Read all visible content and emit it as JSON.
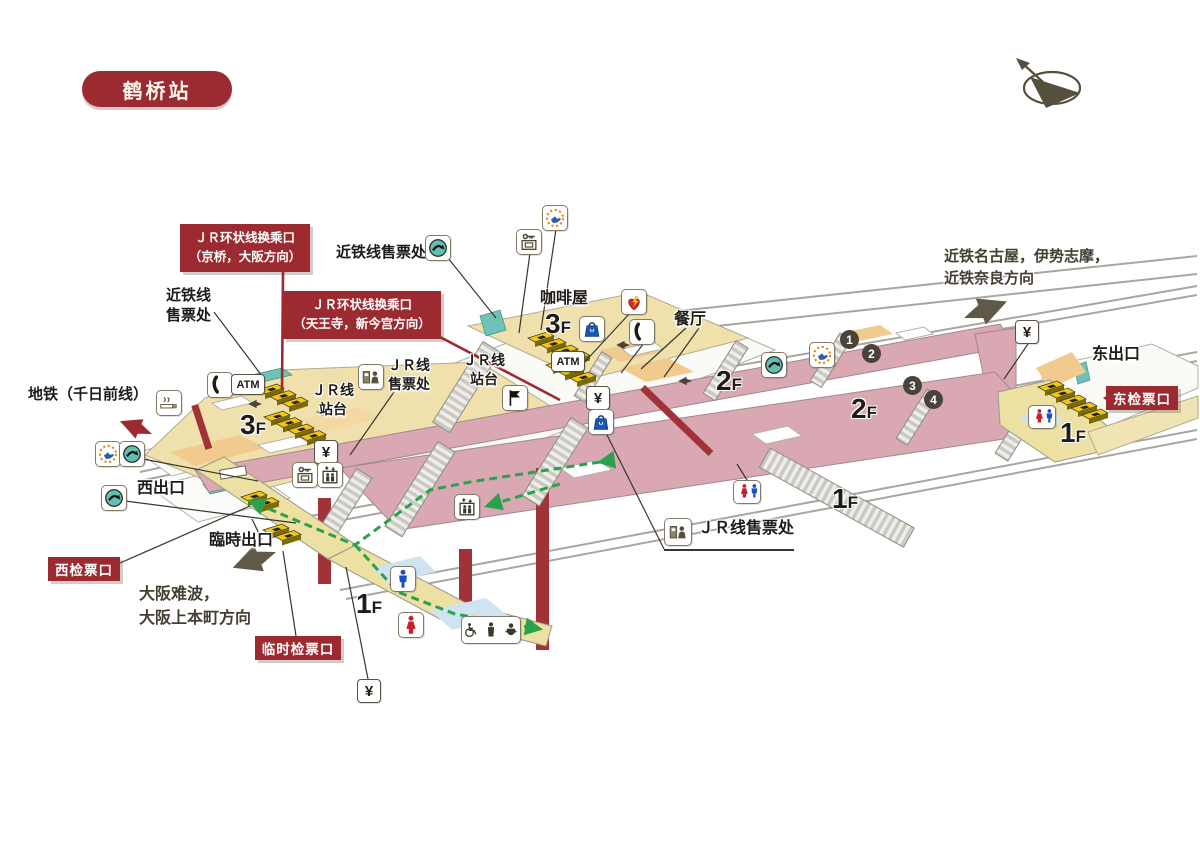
{
  "title": "鹤桥站",
  "red_labels": {
    "jr_loop_kyobashi": "ＪＲ环状线换乘口\n（京桥，大阪方向）",
    "jr_loop_tennoji": "ＪＲ环状线换乘口\n（天王寺，新今宫方向）",
    "east_gate": "东检票口",
    "west_gate": "西检票口",
    "temp_gate": "临时检票口"
  },
  "labels": {
    "kintetsu_ticket_top": "近铁线售票处",
    "kintetsu_ticket_left": "近铁线\n售票处",
    "jr_ticket_mid": "ＪＲ线\n售票处",
    "jr_platform_top": "ＪＲ线\n站台",
    "jr_platform_left": "ＪＲ线\n站台",
    "coffee_shop": "咖啡屋",
    "restaurant": "餐厅",
    "kintetsu_direction": "近铁名古屋，伊势志摩，\n近铁奈良方向",
    "east_exit": "东出口",
    "subway": "地铁（千日前线）",
    "west_exit": "西出口",
    "temp_exit": "臨時出口",
    "namba_direction": "大阪难波，\n大阪上本町方向",
    "jr_ticket_bottom": "ＪＲ线售票处"
  },
  "floor_labels": {
    "three": "3",
    "two": "2",
    "one": "1",
    "suffix": "F"
  },
  "markers": [
    "1",
    "2",
    "3",
    "4"
  ],
  "icon_labels": {
    "atm": "ATM",
    "yen": "¥"
  },
  "icons": {
    "compass": "north-compass",
    "phone": "public-telephone",
    "smoking": "smoking-area",
    "waiting": "waiting-room",
    "ticket_machine": "ticket-vending-machine",
    "locker": "coin-locker",
    "store": "kiosk-shop",
    "aed": "AED",
    "flag": "meeting-point",
    "elevator": "elevator",
    "toilet_men": "mens-toilet",
    "toilet_women": "womens-toilet",
    "toilet": "toilet",
    "accessible": "accessible-toilet-baby",
    "fare": "fare-adjustment",
    "ticket_office": "ticket-office-counter"
  },
  "colors": {
    "accent_red": "#9b2b31",
    "platform_pink": "#d9a8b2",
    "concourse_cream": "#f0e0ac",
    "patch_tan": "#f1ca8e",
    "machine_teal": "#6fc2b8",
    "walkway_yellow": "#ece0a2",
    "gate_yellow": "#f3c515",
    "route_green": "#2aa14d",
    "arrow_taupe": "#5f5a48",
    "marker_dark": "#4a4339"
  }
}
